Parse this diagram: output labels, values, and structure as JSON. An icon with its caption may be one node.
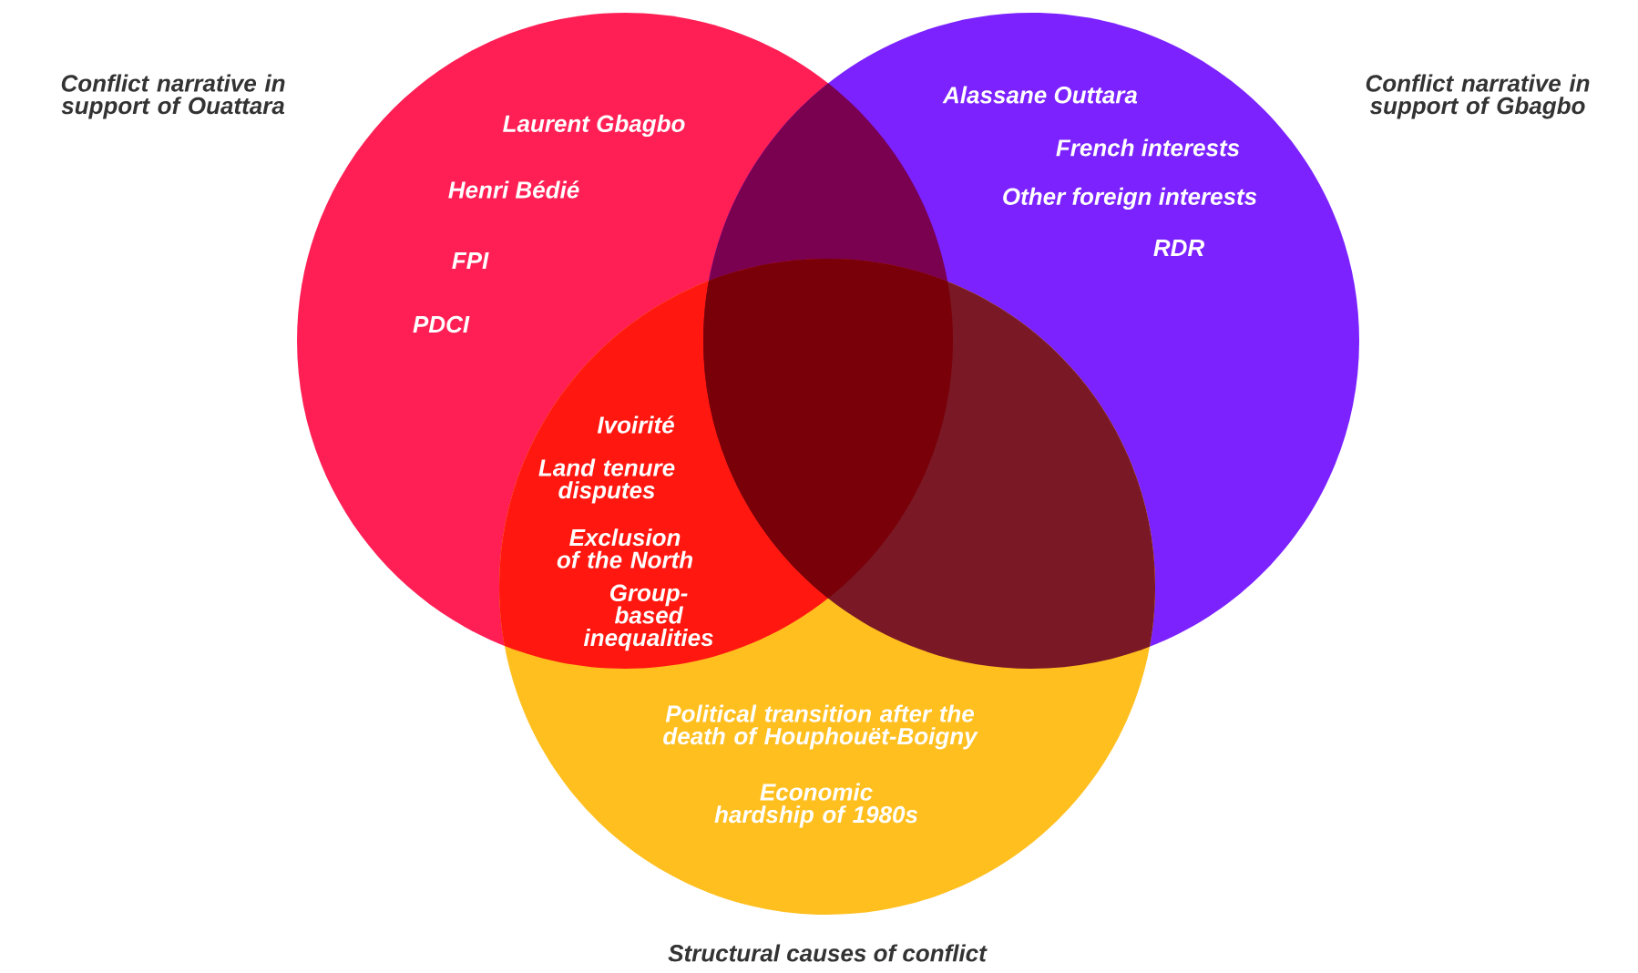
{
  "diagram": {
    "nodes": [
      {
        "text": [
          "Conflict narrative in support of Ouattara",
          "Laurent Gbagbo",
          "Henri Bédié",
          "FPI",
          "PDCI"
        ]
      },
      {
        "text": [
          "Conflict narrative in support of Gbagbo",
          "Alassane Outtara",
          "French interests",
          "Other foreign interests",
          "RDR"
        ]
      },
      {
        "text": [
          "Political transition after the death of Houphouët-Boigny",
          "Economic hardship of 1980s",
          "Structural causes of conflict"
        ]
      }
    ],
    "labels": [
      "Ivoirité",
      "Land tenure disputes",
      "Exclusion of the North",
      "Group-based inequalities"
    ]
  }
}
